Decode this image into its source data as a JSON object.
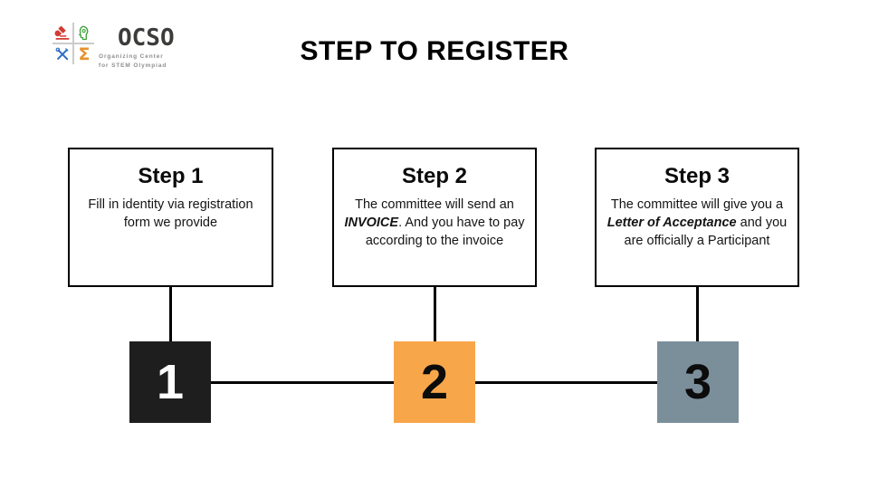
{
  "title": "STEP TO REGISTER",
  "logo": {
    "wordmark": "OCSO",
    "tagline_line1": "Organizing Center",
    "tagline_line2": "for STEM Olympiad",
    "sigma_glyph": "Σ",
    "icon_colors": {
      "microscope": "#d23b33",
      "head": "#3fa23c",
      "tools": "#2f6fc5",
      "sigma": "#e8922d"
    },
    "wordmark_color": "#3c3c3a",
    "tagline_color": "#8e8e8e"
  },
  "steps": [
    {
      "label": "Step 1",
      "number": "1",
      "desc_segments": [
        {
          "text": "Fill in identity via registration form we provide",
          "em": false
        }
      ],
      "square_color": "#1e1e1e",
      "number_color": "#ffffff"
    },
    {
      "label": "Step 2",
      "number": "2",
      "desc_segments": [
        {
          "text": "The committee will send an ",
          "em": false
        },
        {
          "text": "INVOICE",
          "em": true
        },
        {
          "text": ". And you have to pay according to the invoice",
          "em": false
        }
      ],
      "square_color": "#f8a64a",
      "number_color": "#0c0c0c"
    },
    {
      "label": "Step 3",
      "number": "3",
      "desc_segments": [
        {
          "text": "The committee will give you a ",
          "em": false
        },
        {
          "text": "Letter of Acceptance",
          "em": true
        },
        {
          "text": " and you are officially a Participant",
          "em": false
        }
      ],
      "square_color": "#7b8f9b",
      "number_color": "#0c0c0c"
    }
  ],
  "colors": {
    "background": "#ffffff",
    "line": "#000000",
    "box_border": "#000000",
    "title": "#000000"
  }
}
